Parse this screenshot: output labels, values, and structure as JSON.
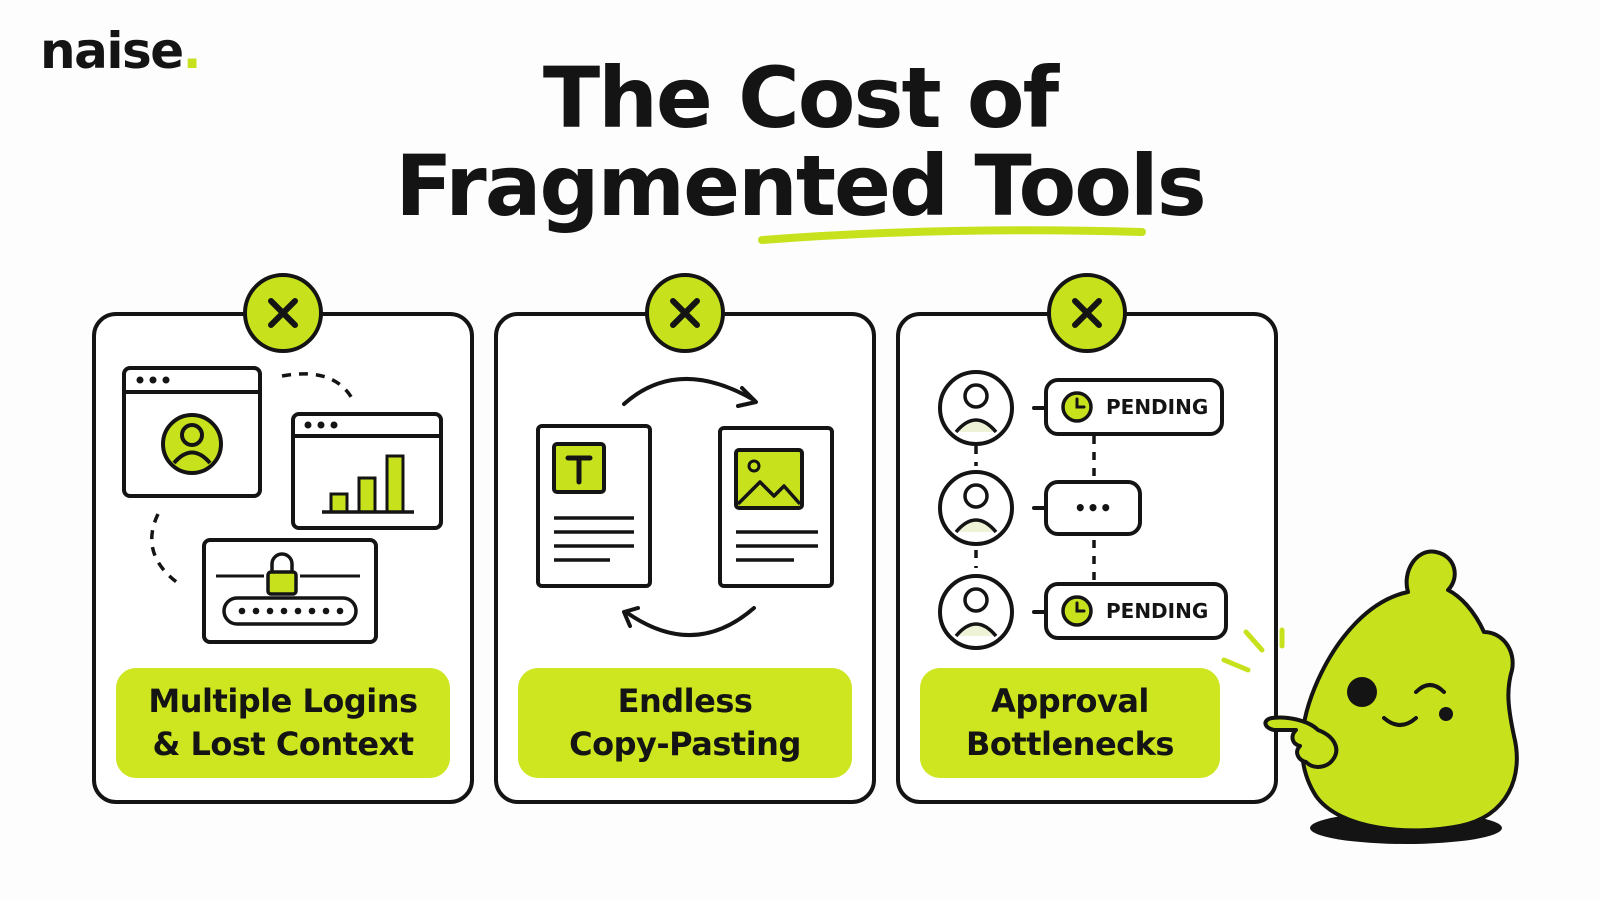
{
  "brand": {
    "name": "naise",
    "dot": "."
  },
  "title": {
    "line1": "The Cost of",
    "line2": "Fragmented Tools"
  },
  "cards": [
    {
      "caption_line1": "Multiple Logins",
      "caption_line2": "& Lost Context"
    },
    {
      "caption_line1": "Endless",
      "caption_line2": "Copy-Pasting"
    },
    {
      "caption_line1": "Approval",
      "caption_line2": "Bottlenecks",
      "status_pending": "PENDING",
      "status_waiting": "•••"
    }
  ],
  "icons": {
    "badge": "x-mark-icon",
    "card1": [
      "browser-window-icon",
      "user-avatar-icon",
      "bar-chart-icon",
      "padlock-icon",
      "password-field-icon"
    ],
    "card2": [
      "text-document-icon",
      "image-document-icon",
      "cycle-arrows-icon"
    ],
    "card3": [
      "user-avatar-icon",
      "clock-icon"
    ],
    "mascot": "green-blob-mascot"
  },
  "colors": {
    "accent": "#c7e21c",
    "accent_fill": "#cde61f",
    "ink": "#141414",
    "background": "#fdfdfd"
  }
}
